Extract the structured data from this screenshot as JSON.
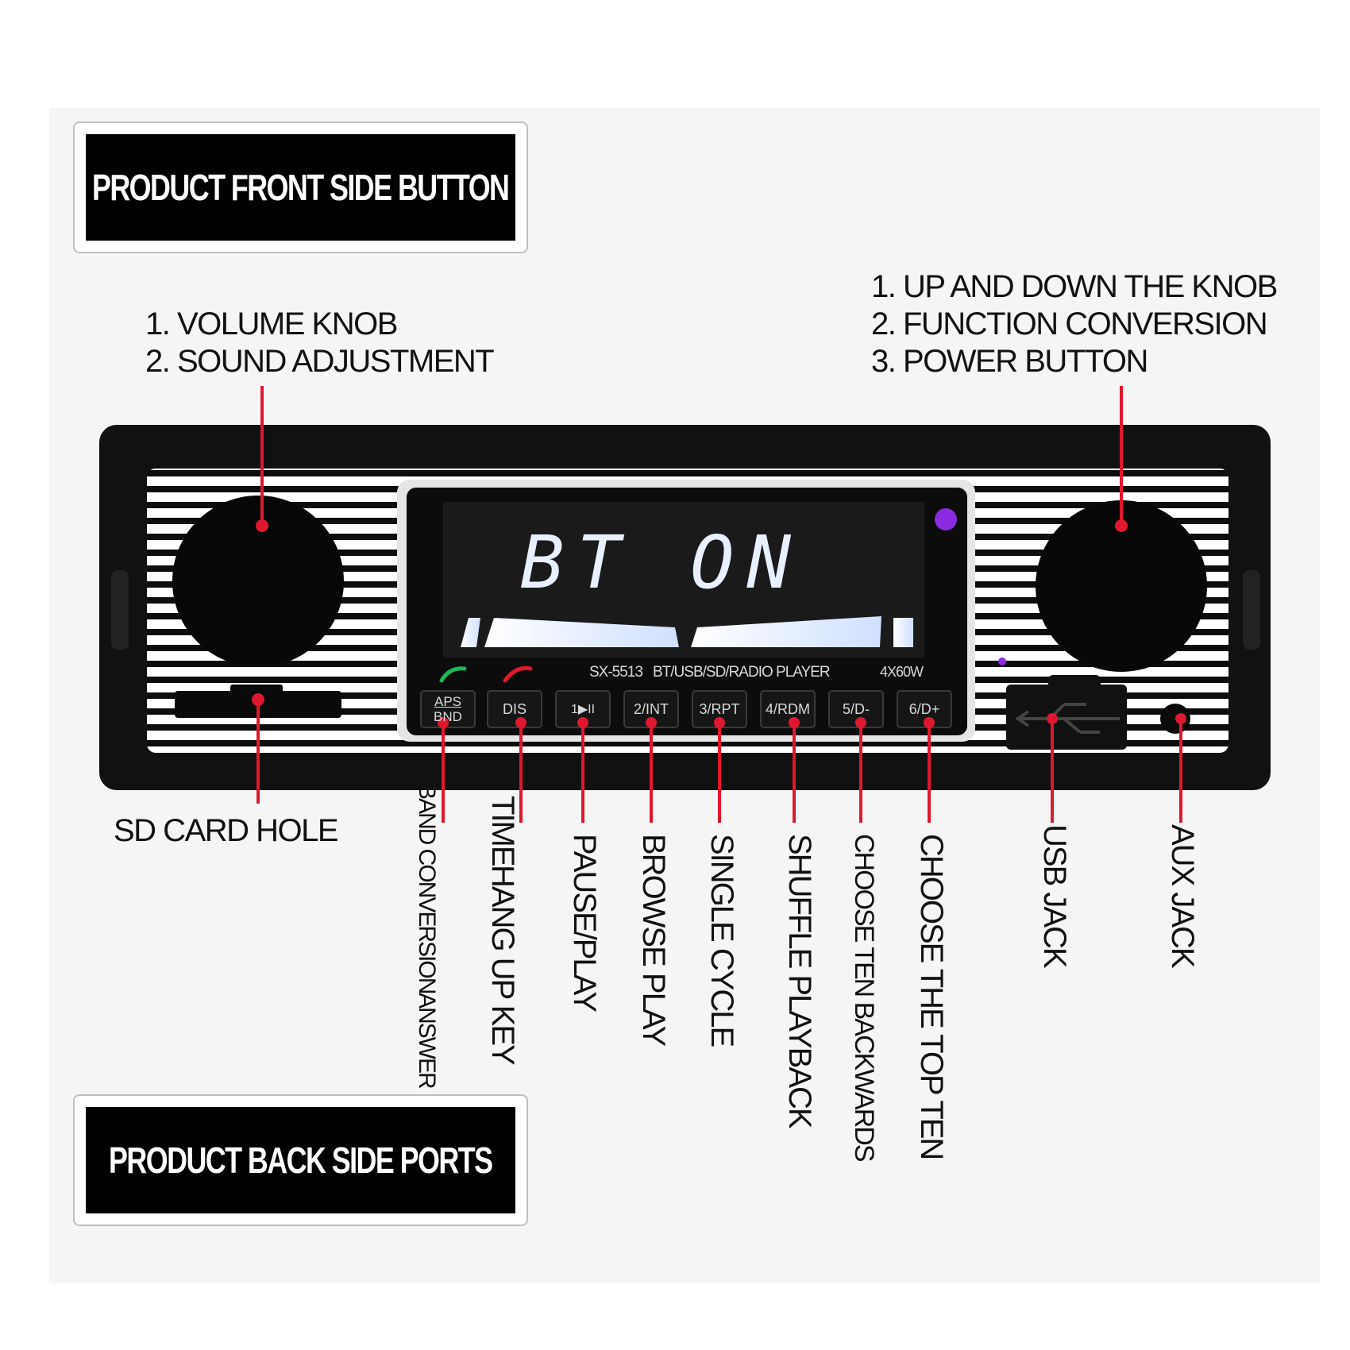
{
  "titles": {
    "front": "PRODUCT FRONT SIDE BUTTON",
    "back": "PRODUCT BACK SIDE PORTS"
  },
  "left_callout": [
    "1. VOLUME KNOB",
    "2. SOUND ADJUSTMENT"
  ],
  "right_callout": [
    "1. UP AND DOWN THE KNOB",
    "2. FUNCTION CONVERSION",
    "3. POWER BUTTON"
  ],
  "display": {
    "text": "BT ON",
    "model": "SX-5513",
    "type": "BT/USB/SD/RADIO PLAYER",
    "power": "4X60W"
  },
  "buttons": [
    {
      "label": "APS BND",
      "line1": "APS",
      "line2": "BND"
    },
    {
      "label": "DIS"
    },
    {
      "label": "1▶II"
    },
    {
      "label": "2/INT"
    },
    {
      "label": "3/RPT"
    },
    {
      "label": "4/RDM"
    },
    {
      "label": "5/D-"
    },
    {
      "label": "6/D+"
    }
  ],
  "labels": {
    "sd_card": "SD CARD HOLE",
    "aps_line1": "ANSWER",
    "aps_line2": "BAND CONVERSION",
    "dis_line1": "HANG UP KEY",
    "dis_line2": "TIME",
    "pause_play": "PAUSE/PLAY",
    "browse_play": "BROWSE PLAY",
    "single_cycle": "SINGLE CYCLE",
    "shuffle": "SHUFFLE PLAYBACK",
    "ten_back": "CHOOSE TEN BACKWARDS",
    "top_ten": "CHOOSE THE TOP TEN",
    "usb": "USB  JACK",
    "aux": "AUX  JACK"
  },
  "colors": {
    "pointer": "#e0182d",
    "lcd_text": "#e8f0ff",
    "indicator": "#8a2be2",
    "call_answer": "#1db954",
    "call_hangup": "#e0182d"
  }
}
